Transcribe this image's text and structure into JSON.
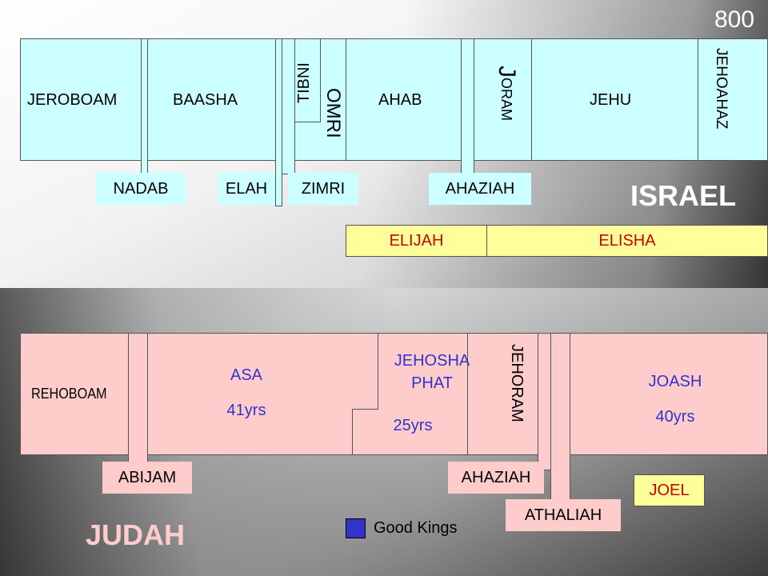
{
  "page_number": "800",
  "israel": {
    "title": "ISRAEL",
    "kings": {
      "jeroboam": "JEROBOAM",
      "baasha": "BAASHA",
      "tibni": "TIBNI",
      "omri": "OMRI",
      "ahab": "AHAB",
      "joram_initial": "J",
      "joram_rest": "ORAM",
      "jehu": "JEHU",
      "jehoahaz": "JEHOAHAZ"
    },
    "short_reigns": {
      "nadab": "NADAB",
      "elah": "ELAH",
      "zimri": "ZIMRI",
      "ahaziah": "AHAZIAH"
    },
    "prophets": {
      "elijah": "ELIJAH",
      "elisha": "ELISHA"
    }
  },
  "judah": {
    "title": "JUDAH",
    "kings": {
      "rehoboam": "REHOBOAM",
      "asa": "ASA",
      "asa_years": "41yrs",
      "jehoshaphat_line1": "JEHOSHA",
      "jehoshaphat_line2": "PHAT",
      "jehoshaphat_years": "25yrs",
      "jehoram": "JEHORAM",
      "joash": "JOASH",
      "joash_years": "40yrs"
    },
    "short_reigns": {
      "abijam": "ABIJAM",
      "ahaziah": "AHAZIAH",
      "athaliah": "ATHALIAH"
    },
    "prophets": {
      "joel": "JOEL"
    }
  },
  "legend": {
    "good_kings_label": "Good Kings",
    "good_kings_color": "#3333cc"
  },
  "colors": {
    "israel_fill": "#ccffff",
    "judah_fill": "#ffcccc",
    "prophet_fill": "#ffff99",
    "title_red": "#cc0000"
  }
}
